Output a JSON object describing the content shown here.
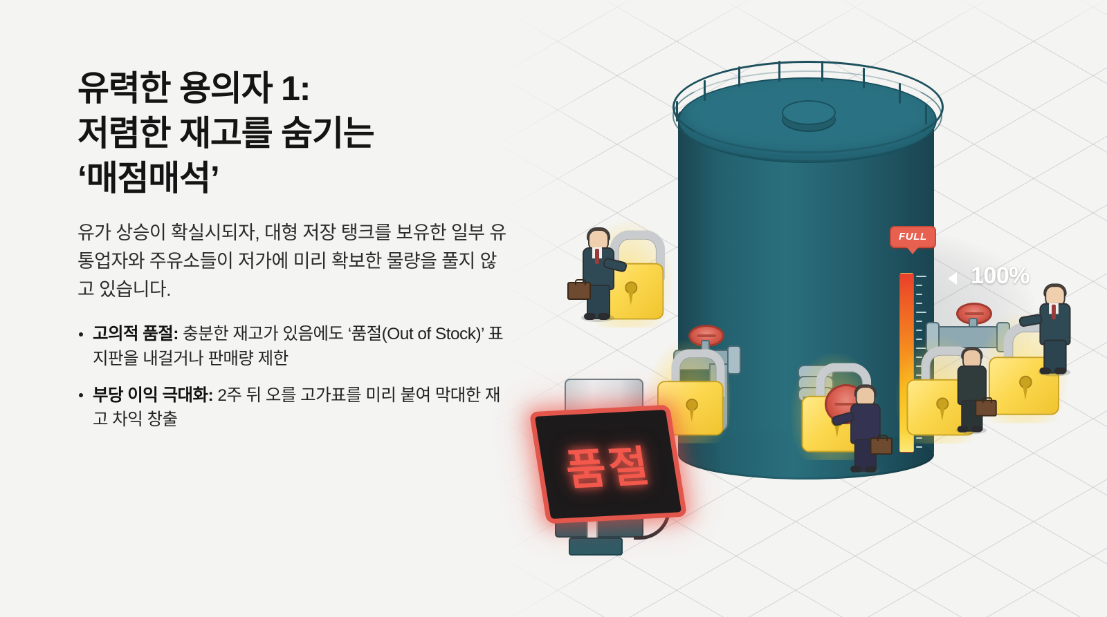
{
  "slide": {
    "headline": "유력한 용의자 1:\n저렴한 재고를 숨기는\n‘매점매석’",
    "lede": "유가 상승이 확실시되자, 대형 저장 탱크를 보유한 일부 유통업자와 주유소들이 저가에 미리 확보한 물량을 풀지 않고 있습니다.",
    "bullets": [
      {
        "label": "고의적 품절:",
        "text": " 충분한 재고가 있음에도 ‘품절(Out of Stock)’ 표지판을 내걸거나 판매량 제한"
      },
      {
        "label": "부당 이익 극대화:",
        "text": " 2주 뒤 오를 고가표를 미리 붙여 막대한 재고 차익 창출"
      }
    ]
  },
  "illustration": {
    "tank": {
      "gauge_badge": "FULL",
      "gauge_value": "100%",
      "fill_percent": 100,
      "body_color": "#2a6f7d",
      "gauge_top_color": "#e8402c",
      "gauge_bottom_color": "#fde97a"
    },
    "pump": {
      "sign_text": "품절",
      "sign_color": "#f2584c",
      "sign_background": "#1c1a1b"
    },
    "padlock_color": "#fcd84f",
    "valve_color": "#d4594b",
    "pipe_color": "#8fa9b3",
    "background_color": "#f4f4f2",
    "grid_color": "#96969f"
  }
}
